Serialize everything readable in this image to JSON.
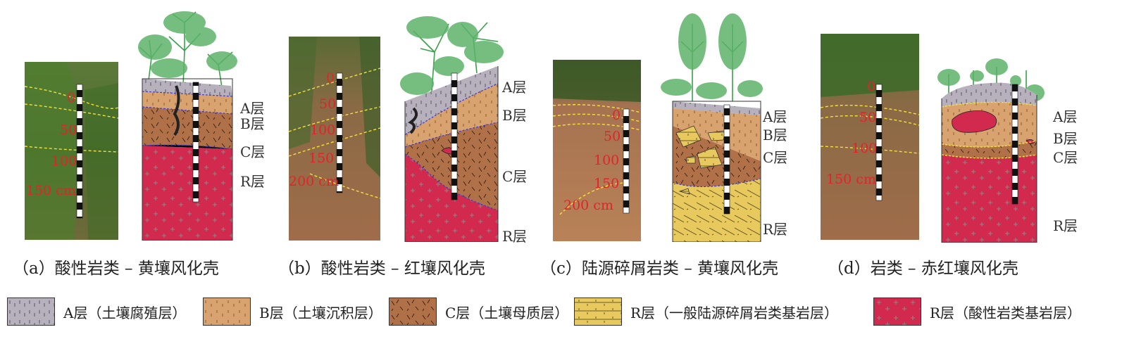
{
  "panels": [
    {
      "caption": "（a）酸性岩类 – 黄壤风化壳",
      "depths": [
        "0",
        "50",
        "100",
        "150 cm"
      ],
      "layers": [
        "A层",
        "B层",
        "C层",
        "R层"
      ]
    },
    {
      "caption": "（b）酸性岩类 – 红壤风化壳",
      "depths": [
        "0",
        "50",
        "100",
        "150",
        "200 cm"
      ],
      "layers": [
        "A层",
        "B层",
        "C层",
        "R层"
      ]
    },
    {
      "caption": "（c）陆源碎屑岩类 – 黄壤风化壳",
      "depths": [
        "0",
        "50",
        "100",
        "150",
        "200 cm"
      ],
      "layers": [
        "A层",
        "B层",
        "C层",
        "R层"
      ]
    },
    {
      "caption": "（d）岩类 – 赤红壤风化壳",
      "depths": [
        "0",
        "50",
        "100",
        "150 cm"
      ],
      "layers": [
        "A层",
        "B层",
        "C层",
        "R层"
      ]
    }
  ],
  "legend": [
    {
      "label": "A层（土壤腐殖层）",
      "color": "#b7b0bd"
    },
    {
      "label": "B层（土壤沉积层）",
      "color": "#d9a36f"
    },
    {
      "label": "C层（土壤母质层）",
      "color": "#b07048"
    },
    {
      "label": "R层（一般陆源碎屑岩类基岩层）",
      "color": "#e8c95e"
    },
    {
      "label": "R层（酸性岩类基岩层）",
      "color": "#d22a4e"
    }
  ],
  "colors": {
    "depth_text": "#e2232a",
    "boundary_yellow": "#f2e23a",
    "boundary_blue": "#3b3bd0",
    "vegetation": "#3aa04a"
  }
}
